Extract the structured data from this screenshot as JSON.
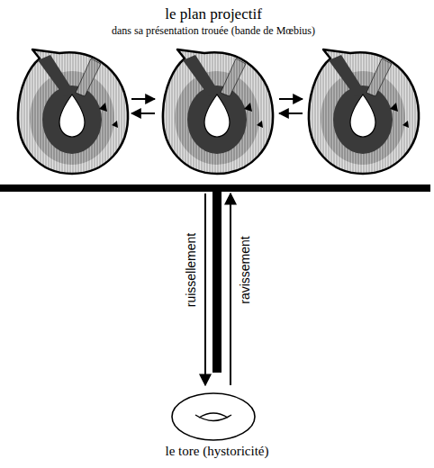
{
  "diagram": {
    "nodes": [
      {
        "text": [
          "le plan projectif",
          "dans sa présentation trouée (bande de Mœbius)"
        ]
      },
      {
        "text": [
          "le tore (hystoricité)"
        ]
      }
    ],
    "edges": [
      {
        "from": 0,
        "to": 1,
        "arrow": "to",
        "label": "ruissellement"
      },
      {
        "from": 1,
        "to": 0,
        "arrow": "to",
        "label": "ravissement"
      }
    ]
  }
}
